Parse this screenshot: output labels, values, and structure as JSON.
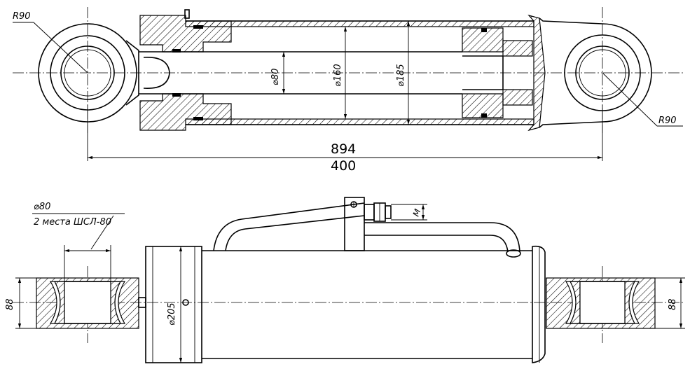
{
  "labels": {
    "r_left": "R90",
    "r_right": "R90",
    "d_rod": "⌀80",
    "d_bore": "⌀160",
    "d_tube": "⌀185",
    "len_total": "894",
    "len_stroke": "400",
    "bush_dia": "⌀80",
    "bush_note": "2 места ШСЛ-80",
    "eye_h_left": "88",
    "eye_h_right": "88",
    "d_head": "⌀205",
    "port_thread": "M"
  }
}
